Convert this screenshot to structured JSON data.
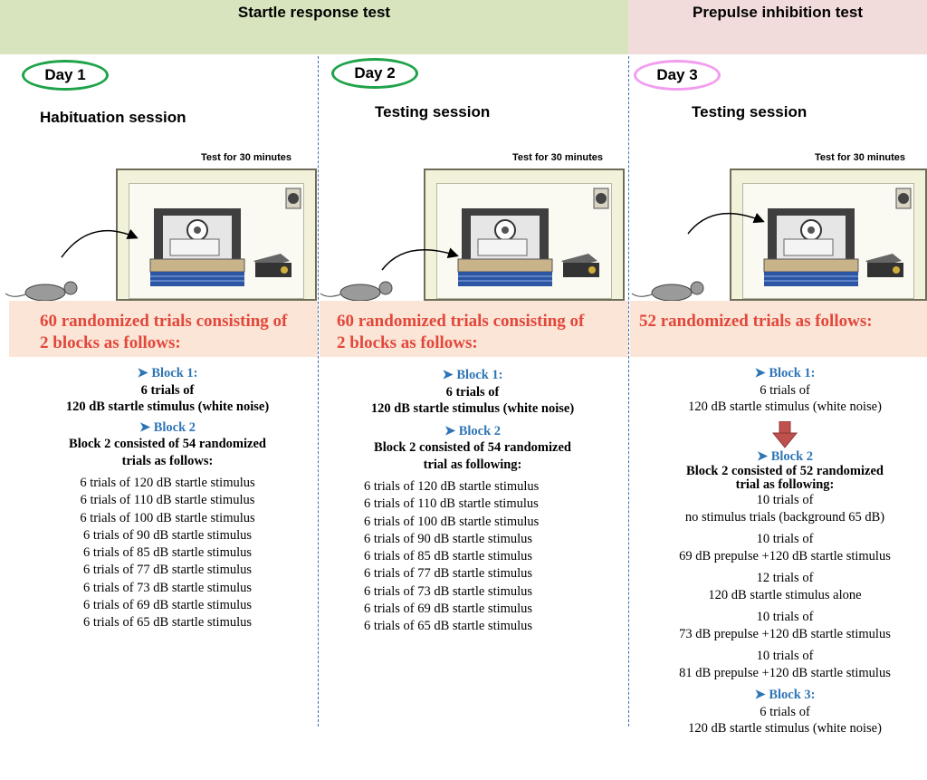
{
  "header": {
    "startle_title": "Startle response test",
    "prepulse_title": "Prepulse inhibition test"
  },
  "colors": {
    "startle_band": "#d7e4bd",
    "prepulse_band": "#f2dcdb",
    "banner": "#fbe5d6",
    "banner_text": "#e2473b",
    "block_label": "#2e75b6",
    "day1_ring": "#1fa34a",
    "day2_ring": "#1fa34a",
    "day3_ring": "#f29cf0"
  },
  "columns": [
    {
      "day": "Day 1",
      "session": "Habituation session",
      "duration": "Test for  30 minutes",
      "summary_line1": "60 randomized trials consisting of",
      "summary_line2": "2 blocks as follows:",
      "block1_label": "Block 1:",
      "block1_line1": "6 trials of",
      "block1_line2": "120 dB startle stimulus (white noise)",
      "block2_label": "Block 2",
      "block2_desc1": "Block 2 consisted of 54 randomized",
      "block2_desc2": "trials as  follows:",
      "trials": [
        "6 trials of 120 dB startle stimulus",
        "6 trials of 110 dB startle stimulus",
        "6 trials of 100 dB startle stimulus",
        "6 trials of  90  dB startle stimulus",
        "6 trials of  85 dB startle stimulus",
        "6 trials of  77 dB startle stimulus",
        "6 trials of  73 dB startle stimulus",
        "6 trials of  69 dB startle stimulus",
        "6 trials of  65 dB startle stimulus"
      ]
    },
    {
      "day": "Day 2",
      "session": "Testing session",
      "duration": "Test for  30 minutes",
      "summary_line1": "60 randomized trials consisting of",
      "summary_line2": "2 blocks as follows:",
      "block1_label": "Block 1:",
      "block1_line1": "6 trials of",
      "block1_line2": "120 dB startle stimulus (white noise)",
      "block2_label": "Block 2",
      "block2_desc1": "Block 2 consisted of 54 randomized",
      "block2_desc2": "trial  as  following:",
      "trials": [
        "6 trials of 120 dB startle stimulus",
        "6 trials of 110 dB startle stimulus",
        "6 trials of 100 dB startle stimulus",
        "6 trials of  90  dB startle stimulus",
        "6 trials of  85 dB startle stimulus",
        "6 trials of  77 dB startle stimulus",
        "6 trials of  73 dB startle stimulus",
        "6 trials of  69 dB startle stimulus",
        "6 trials of  65 dB startle stimulus"
      ]
    },
    {
      "day": "Day 3",
      "session": "Testing session",
      "duration": "Test for   30 minutes",
      "summary_line1": "52 randomized trials as follows:",
      "block1_label": "Block 1:",
      "block1_line1": "6 trials of",
      "block1_line2": "120 dB startle stimulus (white noise)",
      "block2_label": "Block 2",
      "block2_desc1": "Block 2 consisted of 52 randomized",
      "block2_desc2": "trial  as  following:",
      "groups": [
        {
          "count": "10 trials of",
          "desc": "no stimulus trials (background 65 dB)"
        },
        {
          "count": "10 trials of",
          "desc": "69 dB prepulse +120 dB startle stimulus"
        },
        {
          "count": "12 trials of",
          "desc": "120 dB startle stimulus alone"
        },
        {
          "count": "10 trials of",
          "desc": "73 dB prepulse +120 dB startle stimulus"
        },
        {
          "count": "10 trials of",
          "desc": "81 dB prepulse +120 dB startle stimulus"
        }
      ],
      "block3_label": "Block 3:",
      "block3_line1": "6 trials of",
      "block3_line2": "120 dB startle stimulus (white noise)"
    }
  ]
}
